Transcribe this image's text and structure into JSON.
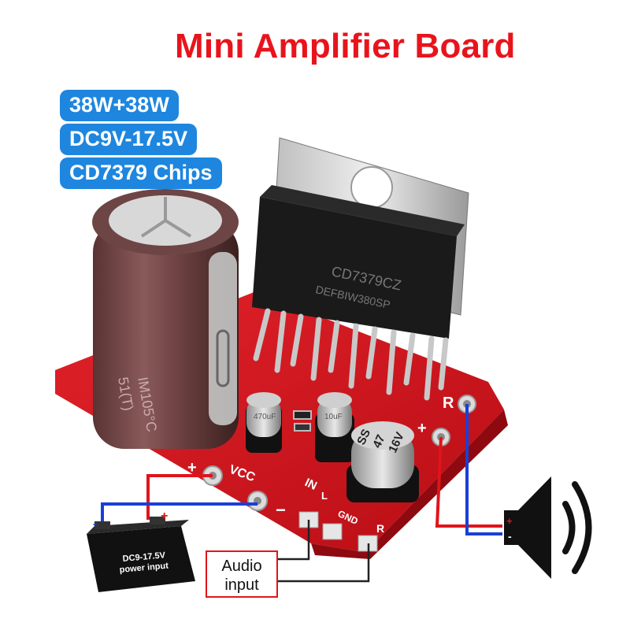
{
  "title": "Mini Amplifier Board",
  "badges": [
    "38W+38W",
    "DC9V-17.5V",
    "CD7379 Chips"
  ],
  "chip_marking": "CD7379CZ",
  "chip_marking_2": "DEFBIW380SP",
  "capacitor_large_marking": "IM105°C",
  "capacitor_large_marking_2": "51(T)",
  "small_cap_1": "470uF",
  "small_cap_2": "10uF",
  "small_cap_3": [
    "SS",
    "47",
    "16V"
  ],
  "board_labels": {
    "plus": "+",
    "vcc": "VCC",
    "minus": "−",
    "in": "IN",
    "l": "L",
    "gnd": "GND",
    "r": "R",
    "r_out": "R",
    "plus_out": "+"
  },
  "battery": {
    "minus": "-",
    "plus": "+",
    "label_line1": "DC9-17.5V",
    "label_line2": "power input"
  },
  "audio_input": [
    "Audio",
    "input"
  ],
  "speaker": {
    "plus": "+",
    "minus": "-"
  },
  "colors": {
    "title": "#e8141c",
    "badge": "#1e86de",
    "pcb": "#d8111b",
    "wire_red": "#e0141a",
    "wire_blue": "#1a3fd6"
  }
}
